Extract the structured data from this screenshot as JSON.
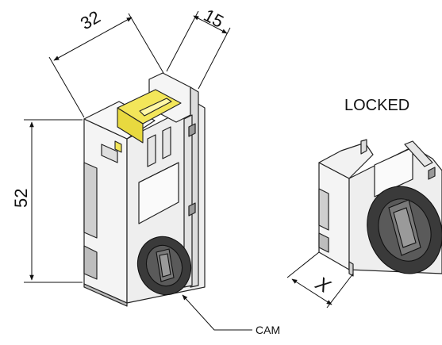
{
  "labels": {
    "width_dim": "32",
    "depth_dim": "15",
    "height_dim": "52",
    "locked": "LOCKED",
    "x_dim": "X",
    "cam": "CAM"
  },
  "colors": {
    "highlight": "#f3e65a",
    "body": "#f2f2f2",
    "shade": "#c9c9c9",
    "dark_shade": "#a8a8a8",
    "cam": "#3a3a3a"
  }
}
